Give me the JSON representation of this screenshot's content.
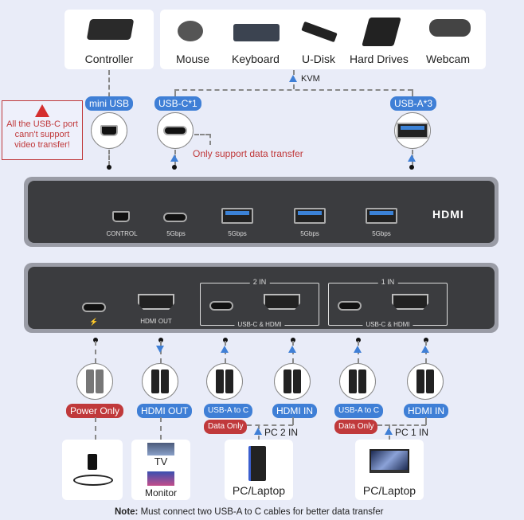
{
  "top_devices": {
    "controller": "Controller",
    "kvm_devices": [
      "Mouse",
      "Keyboard",
      "U-Disk",
      "Hard Drives",
      "Webcam"
    ],
    "kvm_label": "KVM"
  },
  "warning": {
    "icon": "warning-triangle-icon",
    "text": "All the USB-C port cann't support video transfer!"
  },
  "top_ports": {
    "mini_usb": "mini USB",
    "usbc": "USB-C*1",
    "usba": "USB-A*3",
    "data_note": "Only support data transfer"
  },
  "front_panel": {
    "labels": [
      "CONTROL",
      "5Gbps",
      "5Gbps",
      "5Gbps",
      "5Gbps"
    ],
    "brand": "HDMI"
  },
  "back_panel": {
    "power_symbol": "⚡",
    "hdmi_out": "HDMI OUT",
    "group2_title": "2 IN",
    "group1_title": "1 IN",
    "group_sub": "USB-C & HDMI"
  },
  "cables": {
    "power": "Power Only",
    "hdmi_out": "HDMI OUT",
    "usba_to_c": "USB-A to C",
    "data_only": "Data Only",
    "hdmi_in": "HDMI IN",
    "pc2": "PC 2 IN",
    "pc1": "PC 1 IN"
  },
  "bottom_devices": {
    "tv": "TV",
    "monitor": "Monitor",
    "pc": "PC/Laptop"
  },
  "note": {
    "bold": "Note:",
    "text": " Must connect two USB-A to C cables for better data transfer"
  },
  "colors": {
    "blue": "#3f7fd6",
    "red": "#c0393b",
    "bg": "#e9ecf8"
  }
}
